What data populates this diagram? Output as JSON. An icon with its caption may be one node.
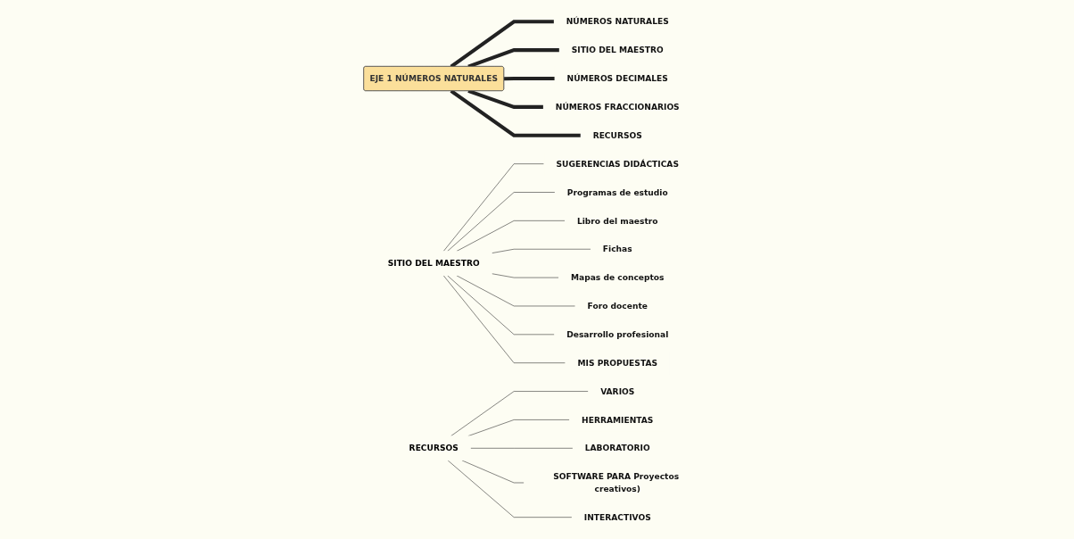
{
  "diagram": {
    "nodes": [
      {
        "text": [
          "EJE 1 NÚMEROS NATURALES"
        ]
      },
      {
        "text": [
          "NÚMEROS NATURALES"
        ]
      },
      {
        "text": [
          "SITIO DEL MAESTRO"
        ]
      },
      {
        "text": [
          "NÚMEROS DECIMALES"
        ]
      },
      {
        "text": [
          "NÚMEROS FRACCIONARIOS"
        ]
      },
      {
        "text": [
          "RECURSOS"
        ]
      },
      {
        "text": [
          "SITIO DEL MAESTRO"
        ]
      },
      {
        "text": [
          "SUGERENCIAS DIDÁCTICAS"
        ]
      },
      {
        "text": [
          "Programas de estudio"
        ]
      },
      {
        "text": [
          "Libro del  maestro"
        ]
      },
      {
        "text": [
          "Fichas"
        ]
      },
      {
        "text": [
          "Mapas de conceptos"
        ]
      },
      {
        "text": [
          "Foro docente"
        ]
      },
      {
        "text": [
          "Desarrollo profesional"
        ]
      },
      {
        "text": [
          "MIS PROPUESTAS"
        ]
      },
      {
        "text": [
          "RECURSOS"
        ]
      },
      {
        "text": [
          "VARIOS"
        ]
      },
      {
        "text": [
          "HERRAMIENTAS"
        ]
      },
      {
        "text": [
          "LABORATORIO"
        ]
      },
      {
        "text": [
          "SOFTWARE PARA Proyectos creativos)"
        ]
      },
      {
        "text": [
          "INTERACTIVOS"
        ]
      }
    ],
    "edges": [
      {
        "from": 0,
        "to": 1,
        "arrow": "none",
        "style": "thick"
      },
      {
        "from": 0,
        "to": 2,
        "arrow": "none",
        "style": "thick"
      },
      {
        "from": 0,
        "to": 3,
        "arrow": "none",
        "style": "thick"
      },
      {
        "from": 0,
        "to": 4,
        "arrow": "none",
        "style": "thick"
      },
      {
        "from": 0,
        "to": 5,
        "arrow": "none",
        "style": "thick"
      },
      {
        "from": 6,
        "to": 7,
        "arrow": "none"
      },
      {
        "from": 6,
        "to": 8,
        "arrow": "none"
      },
      {
        "from": 6,
        "to": 9,
        "arrow": "none"
      },
      {
        "from": 6,
        "to": 10,
        "arrow": "none"
      },
      {
        "from": 6,
        "to": 11,
        "arrow": "none"
      },
      {
        "from": 6,
        "to": 12,
        "arrow": "none"
      },
      {
        "from": 6,
        "to": 13,
        "arrow": "none"
      },
      {
        "from": 6,
        "to": 14,
        "arrow": "none"
      },
      {
        "from": 15,
        "to": 16,
        "arrow": "none"
      },
      {
        "from": 15,
        "to": 17,
        "arrow": "none"
      },
      {
        "from": 15,
        "to": 18,
        "arrow": "none"
      },
      {
        "from": 15,
        "to": 19,
        "arrow": "none"
      },
      {
        "from": 15,
        "to": 20,
        "arrow": "none"
      }
    ]
  }
}
